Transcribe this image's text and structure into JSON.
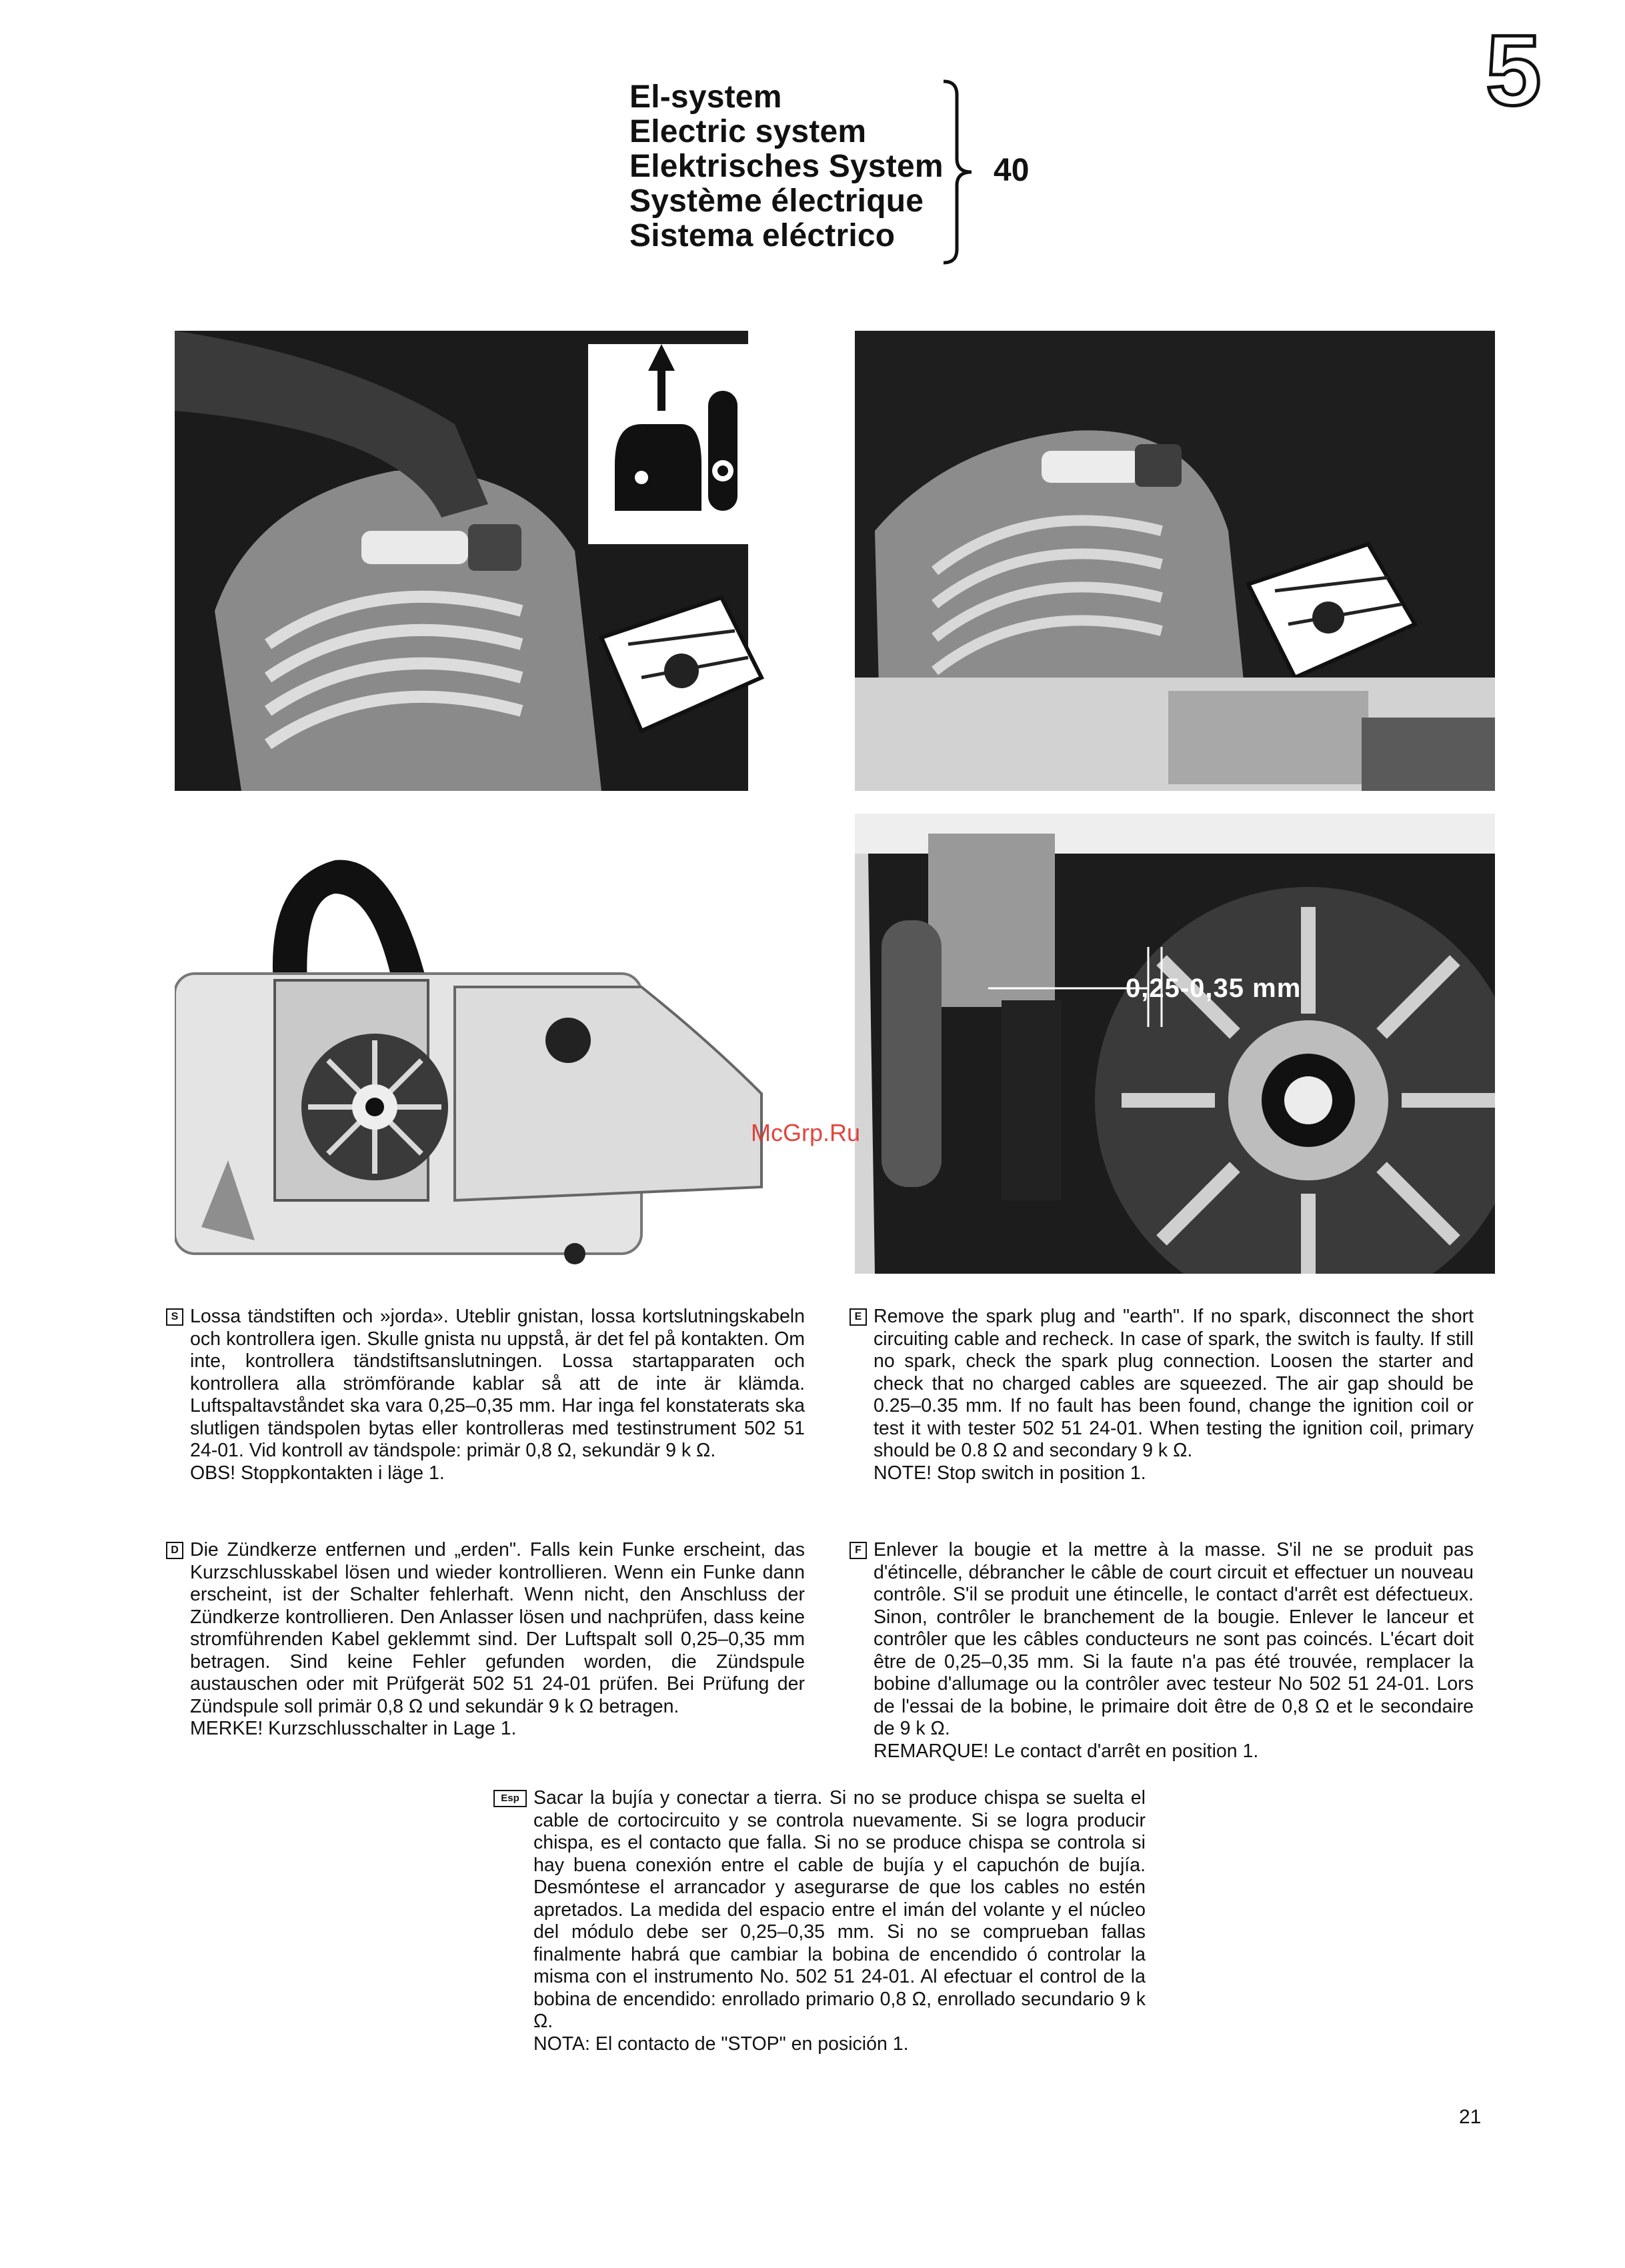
{
  "chapter_number": "5",
  "titles": [
    "El-system",
    "Electric system",
    "Elektrisches System",
    "Système électrique",
    "Sistema eléctrico"
  ],
  "section_number": "40",
  "gap_label": "0,25-0,35 mm",
  "watermark": "McGrp.Ru",
  "sections": {
    "sv": {
      "marker": "S",
      "text": "Lossa tändstiften och »jorda». Uteblir gnistan, lossa kortslutningskabeln och kontrollera igen. Skulle gnista nu uppstå, är det fel på kontakten. Om inte, kontrollera tändstiftsanslutningen. Lossa startapparaten och kontrollera alla strömförande kablar så att de inte är klämda. Luftspaltavståndet ska vara 0,25–0,35 mm. Har inga fel konstaterats ska slutligen tändspolen bytas eller kontrolleras med testinstrument 502 51 24-01. Vid kontroll av tändspole: primär 0,8 Ω, sekundär 9 k Ω.",
      "note": "OBS! Stoppkontakten i läge 1."
    },
    "en": {
      "marker": "E",
      "text": "Remove the spark plug and \"earth\". If no spark, disconnect the short circuiting cable and recheck. In case of spark, the switch is faulty. If still no spark, check the spark plug connection. Loosen the starter and check that no charged cables are squeezed. The air gap should be 0.25–0.35 mm. If no fault has been found, change the ignition coil or test it with tester 502 51 24-01. When testing the ignition coil, primary should be 0.8 Ω and secondary 9 k Ω.",
      "note": "NOTE! Stop switch in position 1."
    },
    "de": {
      "marker": "D",
      "text": "Die Zündkerze entfernen und „erden\". Falls kein Funke erscheint, das Kurzschlusskabel lösen und wieder kontrollieren. Wenn ein Funke dann erscheint, ist der Schalter fehlerhaft. Wenn nicht, den Anschluss der Zündkerze kontrollieren. Den Anlasser lösen und nachprüfen, dass keine stromführenden Kabel geklemmt sind. Der Luftspalt soll 0,25–0,35 mm betragen. Sind keine Fehler gefunden worden, die Zündspule austauschen oder mit Prüfgerät 502 51 24-01 prüfen. Bei Prüfung der Zündspule soll primär 0,8 Ω und sekundär 9 k Ω betragen.",
      "note": "MERKE! Kurzschlusschalter in Lage 1."
    },
    "fr": {
      "marker": "F",
      "text": "Enlever la bougie et la mettre à la masse. S'il ne se produit pas d'étincelle, débrancher le câble de court circuit et effectuer un nouveau contrôle. S'il se produit une étincelle, le contact d'arrêt est défectueux. Sinon, contrôler le branchement de la bougie. Enlever le lanceur et contrôler que les câbles conducteurs ne sont pas coincés. L'écart doit être de 0,25–0,35 mm. Si la faute n'a pas été trouvée, remplacer la bobine d'allumage ou la contrôler avec testeur No 502 51 24-01. Lors de l'essai de la bobine, le primaire doit être de 0,8 Ω et le secondaire de 9 k Ω.",
      "note": "REMARQUE! Le contact d'arrêt en position 1."
    },
    "es": {
      "marker": "Esp",
      "text": "Sacar la bujía y conectar a tierra. Si no se produce chispa se suelta el cable de cortocircuito y se controla nuevamente. Si se logra producir chispa, es el contacto que falla. Si no se produce chispa se controla si hay buena conexión entre el cable de bujía y el capuchón de bujía. Desmóntese el arrancador y asegurarse de que los cables no estén apretados. La medida del espacio entre el imán del volante y el núcleo del módulo debe ser 0,25–0,35 mm. Si no se comprueban fallas finalmente habrá que cambiar la bobina de encendido ó controlar la misma con el instrumento No. 502 51 24-01. Al efectuar el control de la bobina de encendido: enrollado primario 0,8 Ω, enrollado secundario 9 k Ω.",
      "note": "NOTA: El contacto de \"STOP\" en posición 1."
    }
  },
  "page_number": "21"
}
